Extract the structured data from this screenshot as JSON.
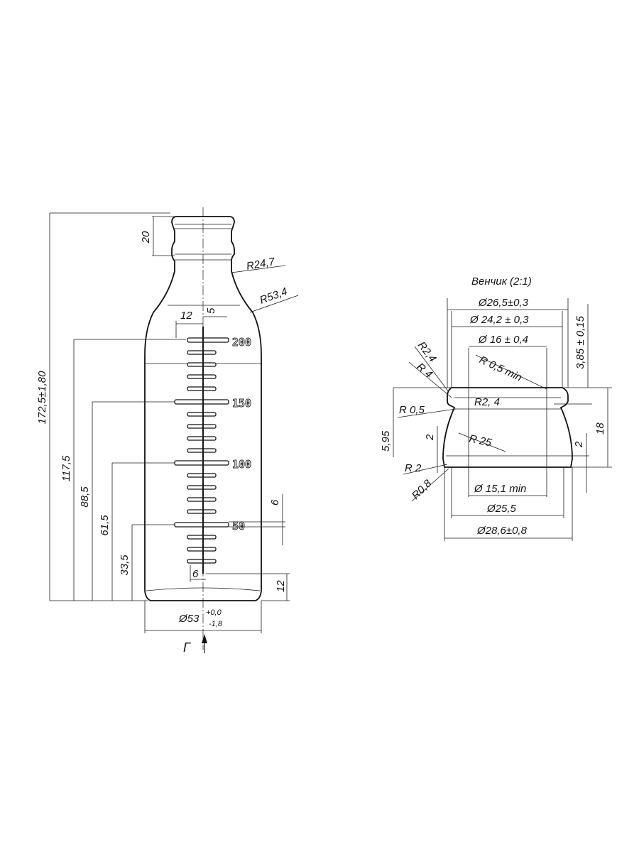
{
  "bottle": {
    "dims": {
      "height_total": "172,5±1,80",
      "h_117": "117,5",
      "h_88": "88,5",
      "h_61": "61,5",
      "h_33": "33,5",
      "neck_20": "20",
      "r_24": "R24,7",
      "r_53": "R53,4",
      "w_12": "12",
      "w_5": "5",
      "dim_6_right": "6",
      "dim_6_bottom": "6",
      "dim_12_bottom": "12",
      "diameter_main": "Ø53",
      "diameter_tol_upper": "+0,0",
      "diameter_tol_lower": "-1,8"
    },
    "graduations": [
      "200",
      "150",
      "100",
      "50"
    ],
    "view_label": "Г"
  },
  "finish": {
    "title": "Венчик (2:1)",
    "dims": {
      "d_26": "Ø26,5±0,3",
      "d_24": "Ø 24,2 ± 0,3",
      "d_16": "Ø 16 ± 0,4",
      "r_05min": "R 0,5 min",
      "r_24a": "R2,4",
      "r_4": "R 4",
      "r_24b": "R2, 4",
      "r_05": "R 0,5",
      "h_595": "5,95",
      "v_2a": "2",
      "r_25": "R 25",
      "r_2": "R 2",
      "r_08": "R0,8",
      "d_151": "Ø 15,1 min",
      "d_255": "Ø25,5",
      "d_286": "Ø28,6±0,8",
      "h_385": "3,85 ± 0,15",
      "h_18": "18",
      "v_2b": "2"
    }
  }
}
